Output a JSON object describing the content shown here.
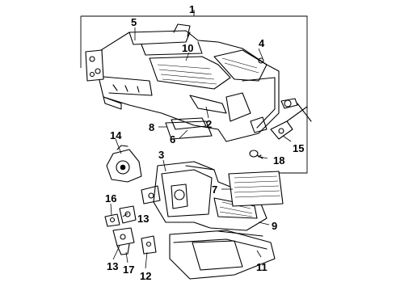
{
  "callouts": [
    {
      "id": "1",
      "label": "1"
    },
    {
      "id": "2",
      "label": "2"
    },
    {
      "id": "3",
      "label": "3"
    },
    {
      "id": "4",
      "label": "4"
    },
    {
      "id": "5",
      "label": "5"
    },
    {
      "id": "6",
      "label": "6"
    },
    {
      "id": "7",
      "label": "7"
    },
    {
      "id": "8",
      "label": "8"
    },
    {
      "id": "9",
      "label": "9"
    },
    {
      "id": "10",
      "label": "10"
    },
    {
      "id": "11",
      "label": "11"
    },
    {
      "id": "12",
      "label": "12"
    },
    {
      "id": "13a",
      "label": "13"
    },
    {
      "id": "13b",
      "label": "13"
    },
    {
      "id": "14",
      "label": "14"
    },
    {
      "id": "15",
      "label": "15"
    },
    {
      "id": "16",
      "label": "16"
    },
    {
      "id": "17",
      "label": "17"
    },
    {
      "id": "18",
      "label": "18"
    }
  ]
}
